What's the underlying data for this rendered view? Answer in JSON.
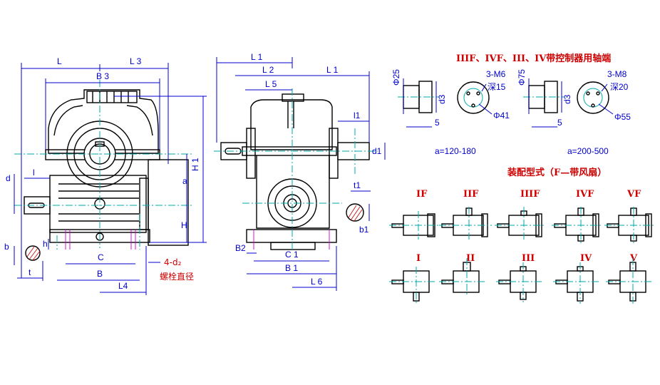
{
  "front_view": {
    "labels": {
      "L": "L",
      "L3": "L 3",
      "B3": "B 3",
      "H1": "H 1",
      "a": "a",
      "H": "H",
      "d": "d",
      "l": "l",
      "h": "h",
      "C": "C",
      "B": "B",
      "L4": "L4",
      "b": "b",
      "t": "t",
      "bolts": "4-d₂",
      "bolt_dia_note": "螺栓直径"
    }
  },
  "side_view": {
    "labels": {
      "L1_top": "L 1",
      "L2": "L 2",
      "L5": "L 5",
      "L1_right": "L 1",
      "l1": "l1",
      "d1": "d1",
      "t1": "t1",
      "b1": "b1",
      "B2": "B2",
      "C1": "C 1",
      "B1": "B 1",
      "L6": "L 6"
    }
  },
  "shaft_end": {
    "title": "IIIF、IVF、III、IV带控制器用轴端",
    "left": {
      "dia": "Φ25",
      "d3": "d3",
      "thread": "3-M6",
      "depth": "深15",
      "pcd": "Φ41",
      "len": "5",
      "range": "a=120-180"
    },
    "right": {
      "dia": "Φ75",
      "d3": "d3",
      "thread": "3-M8",
      "depth": "深20",
      "pcd": "Φ55",
      "len": "5",
      "range": "a=200-500"
    }
  },
  "assembly": {
    "title": "装配型式（F—带风扇）",
    "row1": [
      "IF",
      "IIF",
      "IIIF",
      "IVF",
      "VF"
    ],
    "row2": [
      "I",
      "II",
      "III",
      "IV",
      "V"
    ]
  }
}
